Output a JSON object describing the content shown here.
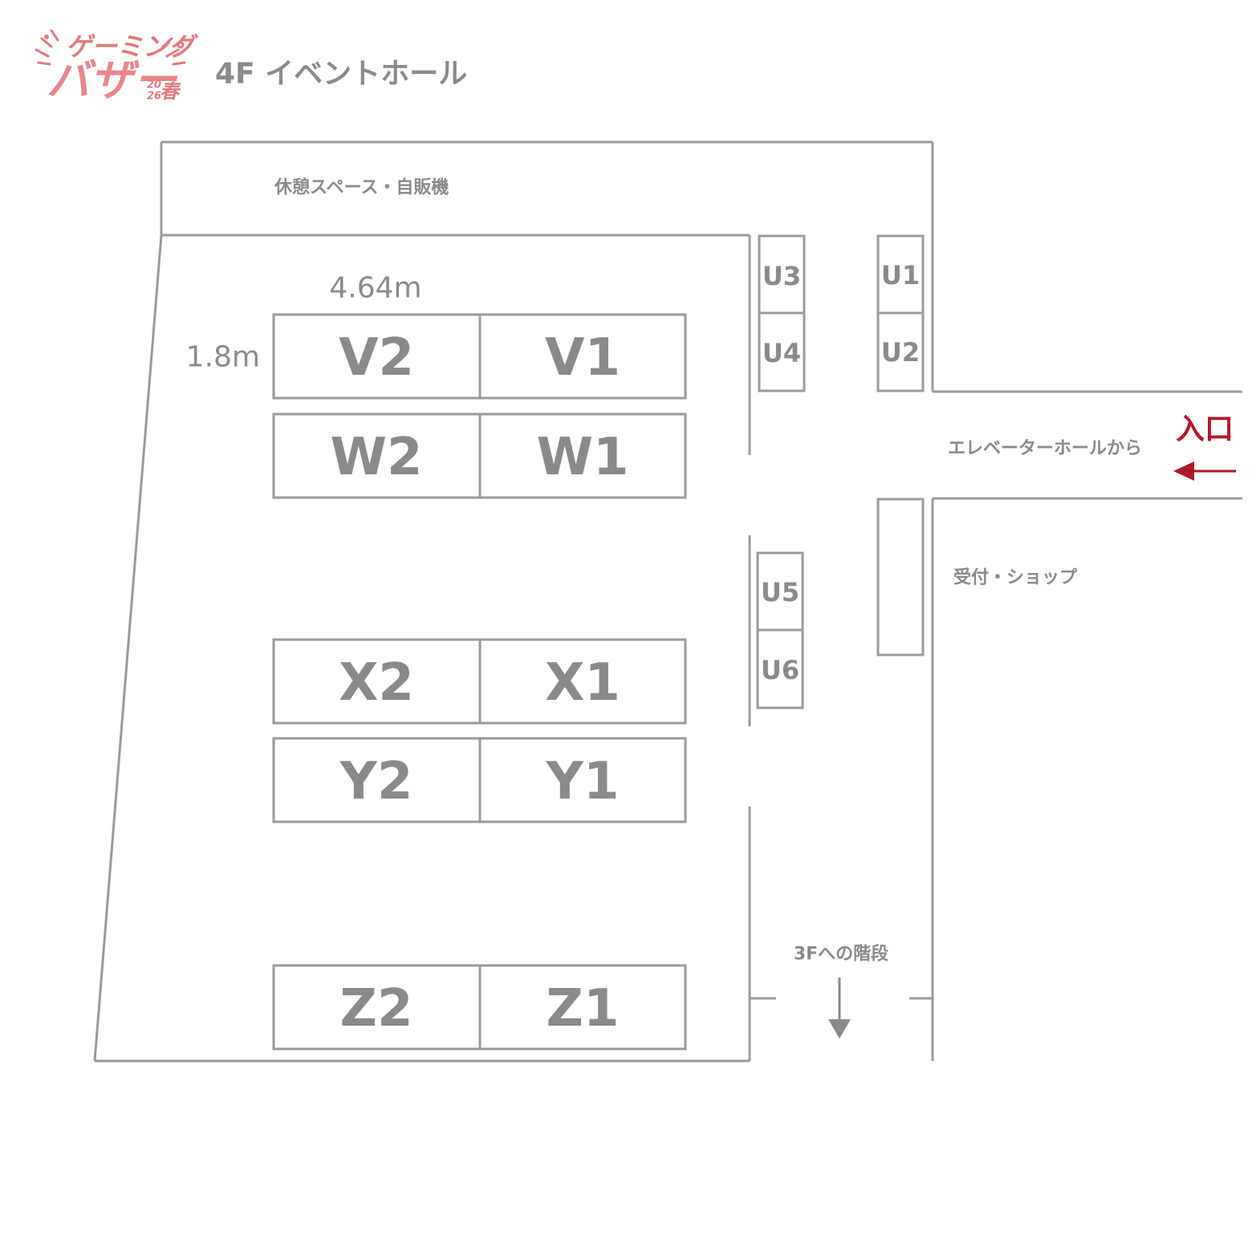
{
  "logo": {
    "line1": "ゲーミング",
    "line2": "バザー",
    "year_top": "20",
    "year_bottom": "26",
    "season": "春"
  },
  "title": "4F イベントホール",
  "areas": {
    "rest": "休憩スペース・自販機",
    "elevator": "エレベーターホールから",
    "reception": "受付・ショップ",
    "stairs": "3Fへの階段"
  },
  "entrance": {
    "label": "入口"
  },
  "dimensions": {
    "width": "4.64m",
    "depth": "1.8m"
  },
  "booths": {
    "V1": "V1",
    "V2": "V2",
    "W1": "W1",
    "W2": "W2",
    "X1": "X1",
    "X2": "X2",
    "Y1": "Y1",
    "Y2": "Y2",
    "Z1": "Z1",
    "Z2": "Z2",
    "U1": "U1",
    "U2": "U2",
    "U3": "U3",
    "U4": "U4",
    "U5": "U5",
    "U6": "U6"
  },
  "colors": {
    "wall": "#9a9a9a",
    "label": "#8a8a8a",
    "entrance": "#b0192b",
    "logo": "#e07a80"
  }
}
